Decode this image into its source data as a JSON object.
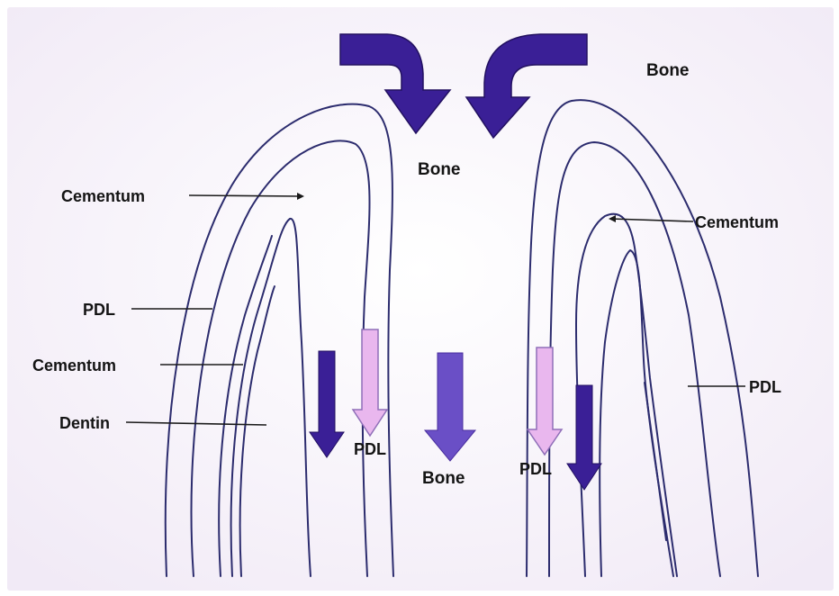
{
  "labels": {
    "bone_top_right": "Bone",
    "bone_center": "Bone",
    "cementum_upper_left": "Cementum",
    "cementum_right": "Cementum",
    "pdl_left": "PDL",
    "cementum_lower_left": "Cementum",
    "pdl_right": "PDL",
    "dentin_left": "Dentin",
    "pdl_center_left": "PDL",
    "bone_bottom": "Bone",
    "pdl_center_right": "PDL"
  },
  "colors": {
    "background": "#f7f3fb",
    "dark_arrow": "#3a1f96",
    "mid_arrow": "#6a4fc6",
    "light_arrow": "#e9b7ee",
    "light_arrow_stroke": "#8f6fb8",
    "outline": "#2c2c6e",
    "text": "#141414"
  }
}
